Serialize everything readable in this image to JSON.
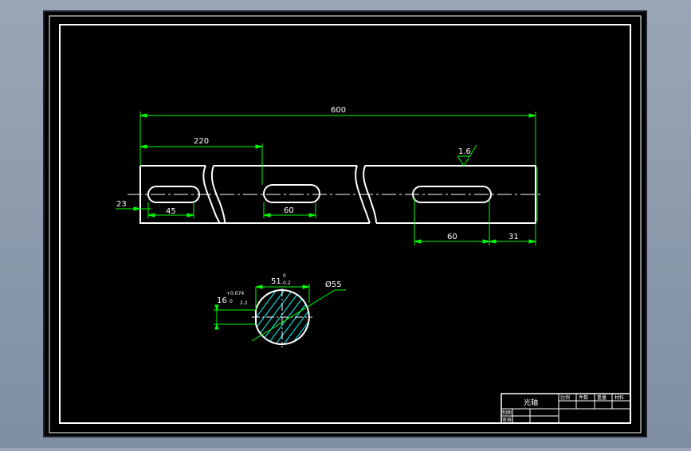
{
  "drawing": {
    "dimensions": {
      "overall_length": "600",
      "first_slot_offset": "220",
      "roughness": "1.6",
      "shaft_dia_mark": "23",
      "slot1_length": "45",
      "slot2_length": "60",
      "slot3_length": "60",
      "end_offset": "31"
    },
    "section": {
      "key_depth": "51",
      "key_depth_tol": "-0.2",
      "key_depth_tol_upper": "0",
      "diameter": "Ø55",
      "key_width": "16",
      "key_width_tol_upper": "+0.074",
      "key_width_tol_lower": "0",
      "small_dim": "2.2"
    },
    "title_block": {
      "part_name": "光轴",
      "row1": [
        "比例",
        "件数",
        "重量",
        "材料"
      ],
      "row2_labels": [
        "制图",
        "审核"
      ]
    },
    "colors": {
      "background": "#000000",
      "outline": "#ffffff",
      "dimension": "#00ff00",
      "hatch": "#00ffff"
    }
  }
}
